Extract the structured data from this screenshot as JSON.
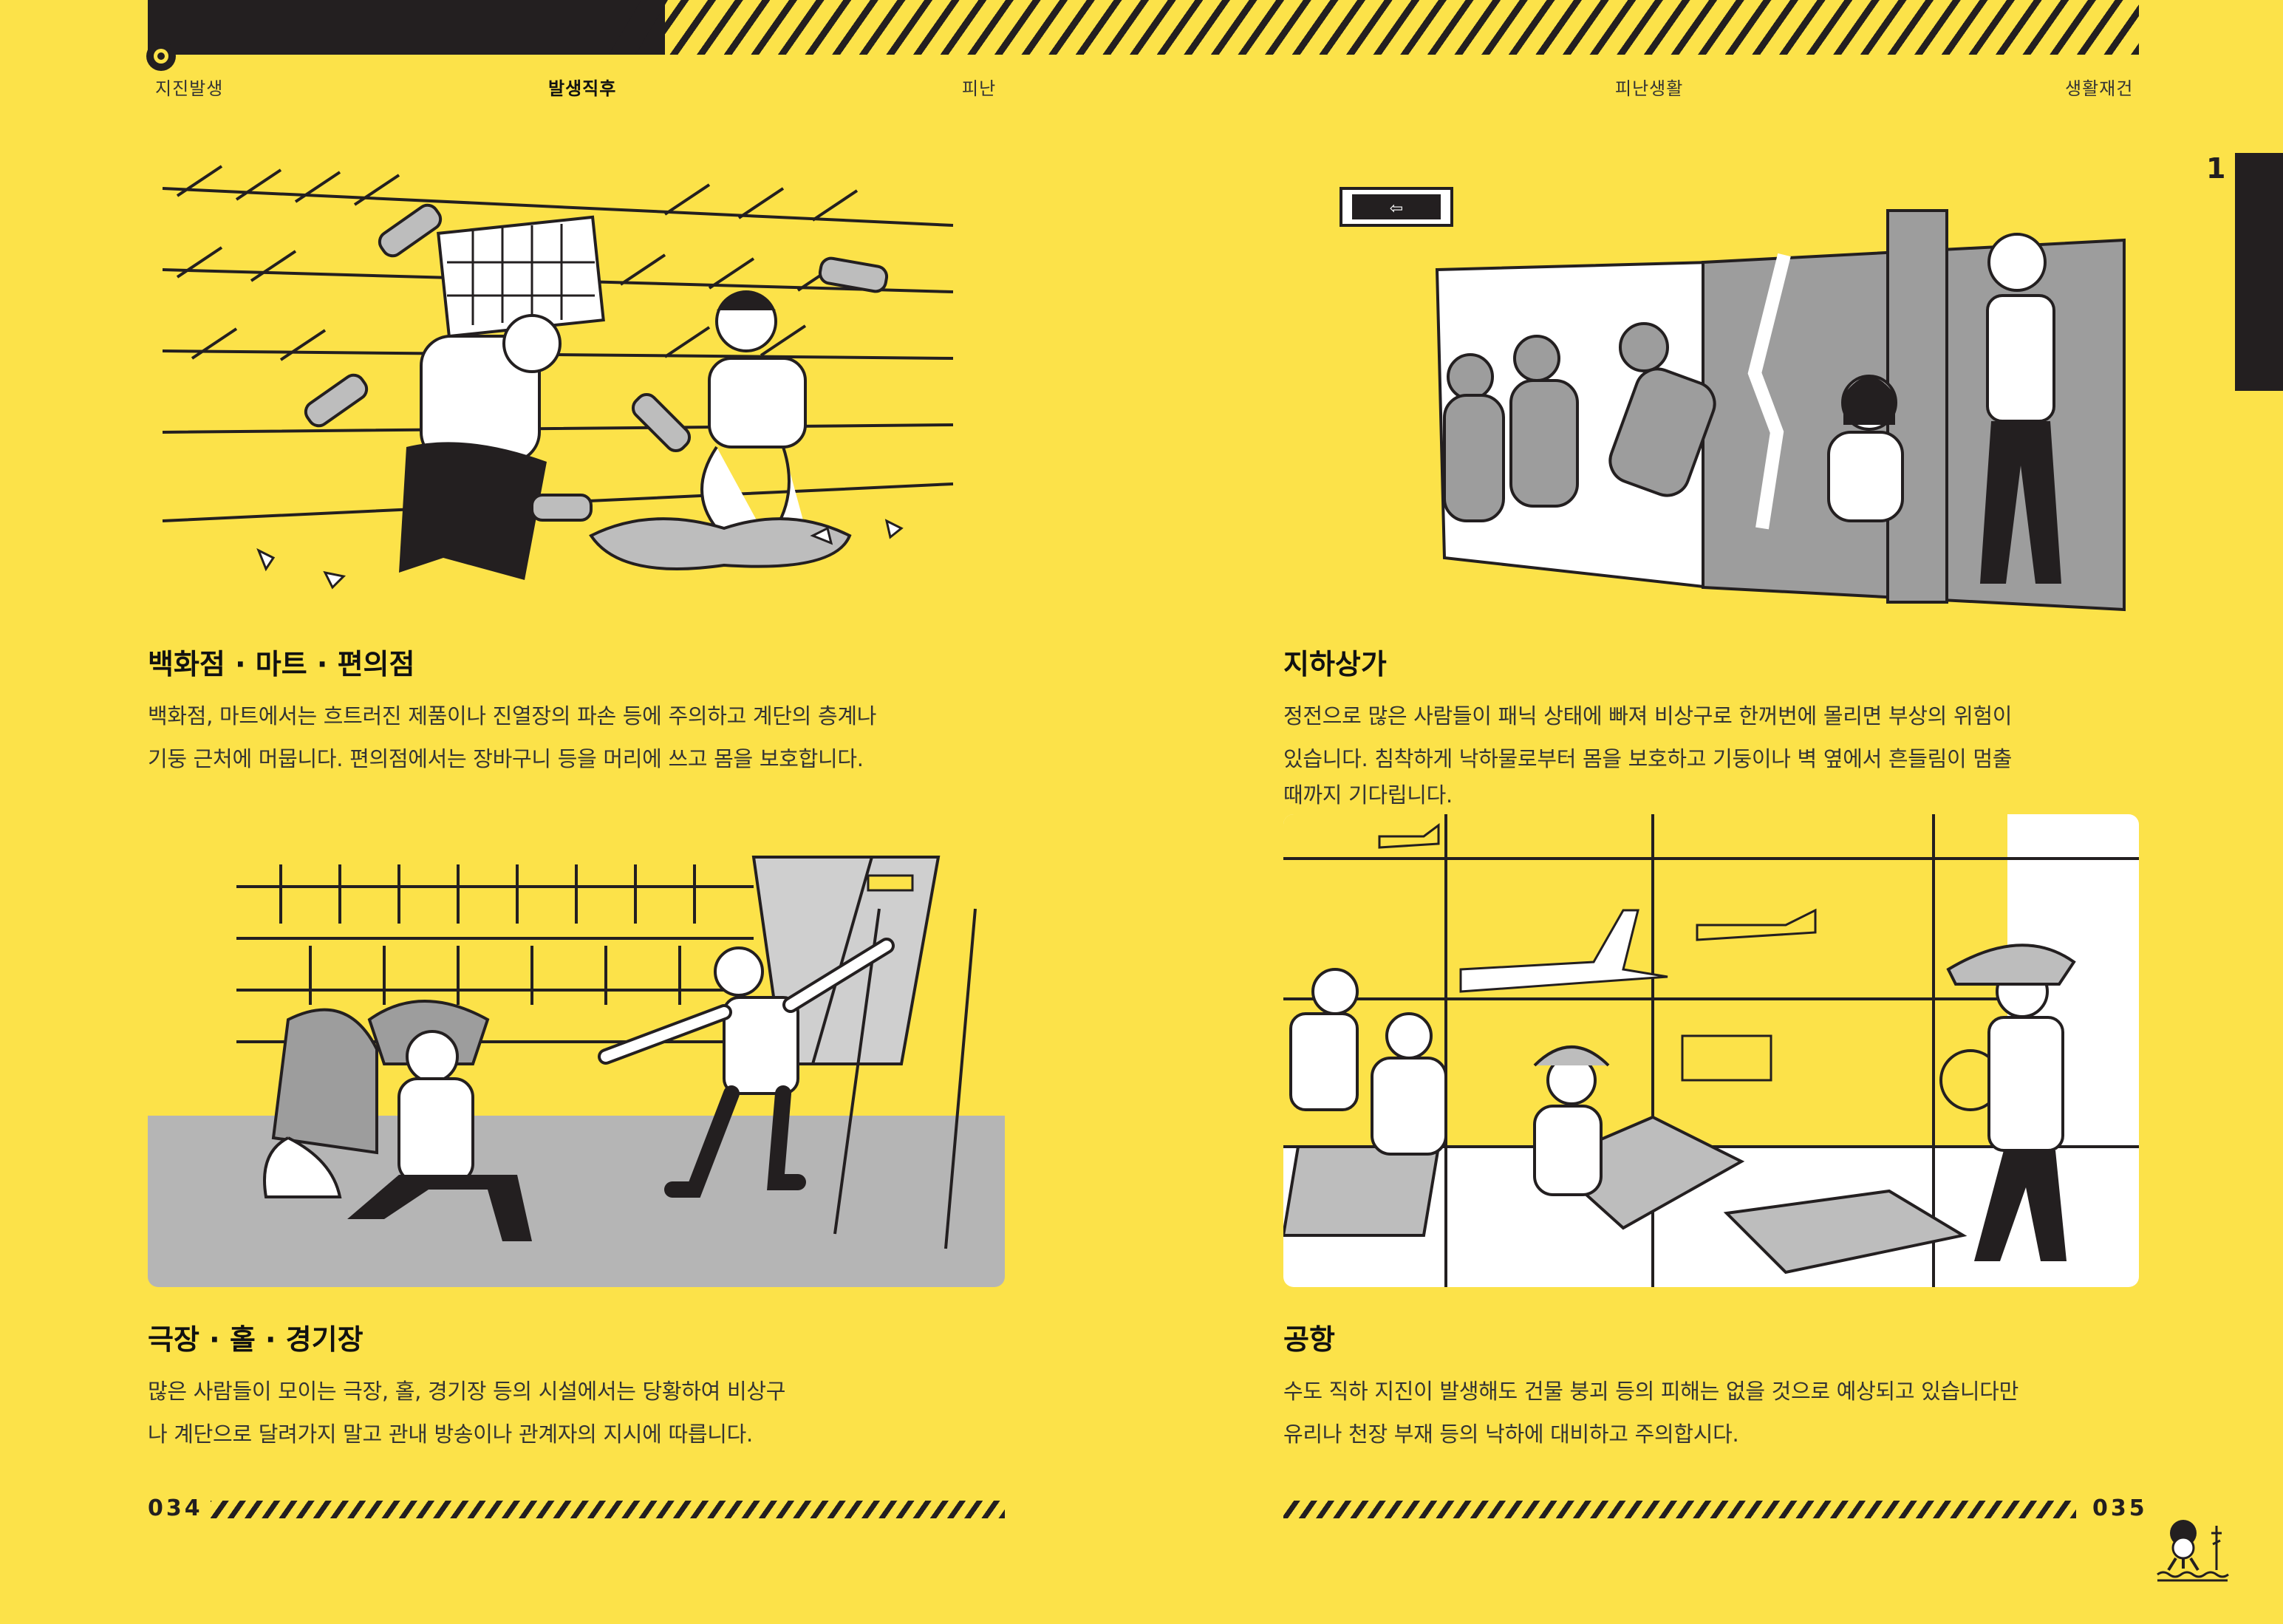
{
  "nav": {
    "items": [
      "지진발생",
      "발생직후",
      "피난",
      "피난생활",
      "생활재건"
    ],
    "active": "발생직후"
  },
  "chapter_tab": "1",
  "sections": [
    {
      "title": "백화점 · 마트 · 편의점",
      "lines": [
        "백화점, 마트에서는 흐트러진 제품이나 진열장의 파손 등에 주의하고 계단의 층계나",
        "기둥 근처에 머뭅니다. 편의점에서는 장바구니 등을 머리에 쓰고 몸을 보호합니다."
      ],
      "illustration": "store-shelves-falling-bottles"
    },
    {
      "title": "지하상가",
      "lines": [
        "정전으로 많은 사람들이 패닉 상태에 빠져 비상구로 한꺼번에 몰리면 부상의 위험이",
        "있습니다. 침착하게 낙하물로부터 몸을 보호하고 기둥이나 벽 옆에서 흔들림이 멈출",
        "때까지 기다립니다."
      ],
      "illustration": "underground-mall-exit-sign"
    },
    {
      "title": "극장 · 홀 · 경기장",
      "lines": [
        "많은 사람들이 모이는 극장, 홀, 경기장 등의 시설에서는 당황하여 비상구",
        "나 계단으로 달려가지 말고 관내 방송이나 관계자의 지시에 따릅니다."
      ],
      "illustration": "theater-seats-staff-guiding"
    },
    {
      "title": "공항",
      "lines": [
        "수도 직하 지진이 발생해도 건물 붕괴 등의 피해는 없을 것으로 예상되고 있습니다만",
        "유리나 천장 부재 등의 낙하에 대비하고 주의합시다."
      ],
      "illustration": "airport-lounge-planes"
    }
  ],
  "footer": {
    "left_page": "034",
    "right_page": "035"
  },
  "colors": {
    "background": "#FCE249",
    "ink": "#231F20",
    "grey": "#A8A8A8"
  }
}
